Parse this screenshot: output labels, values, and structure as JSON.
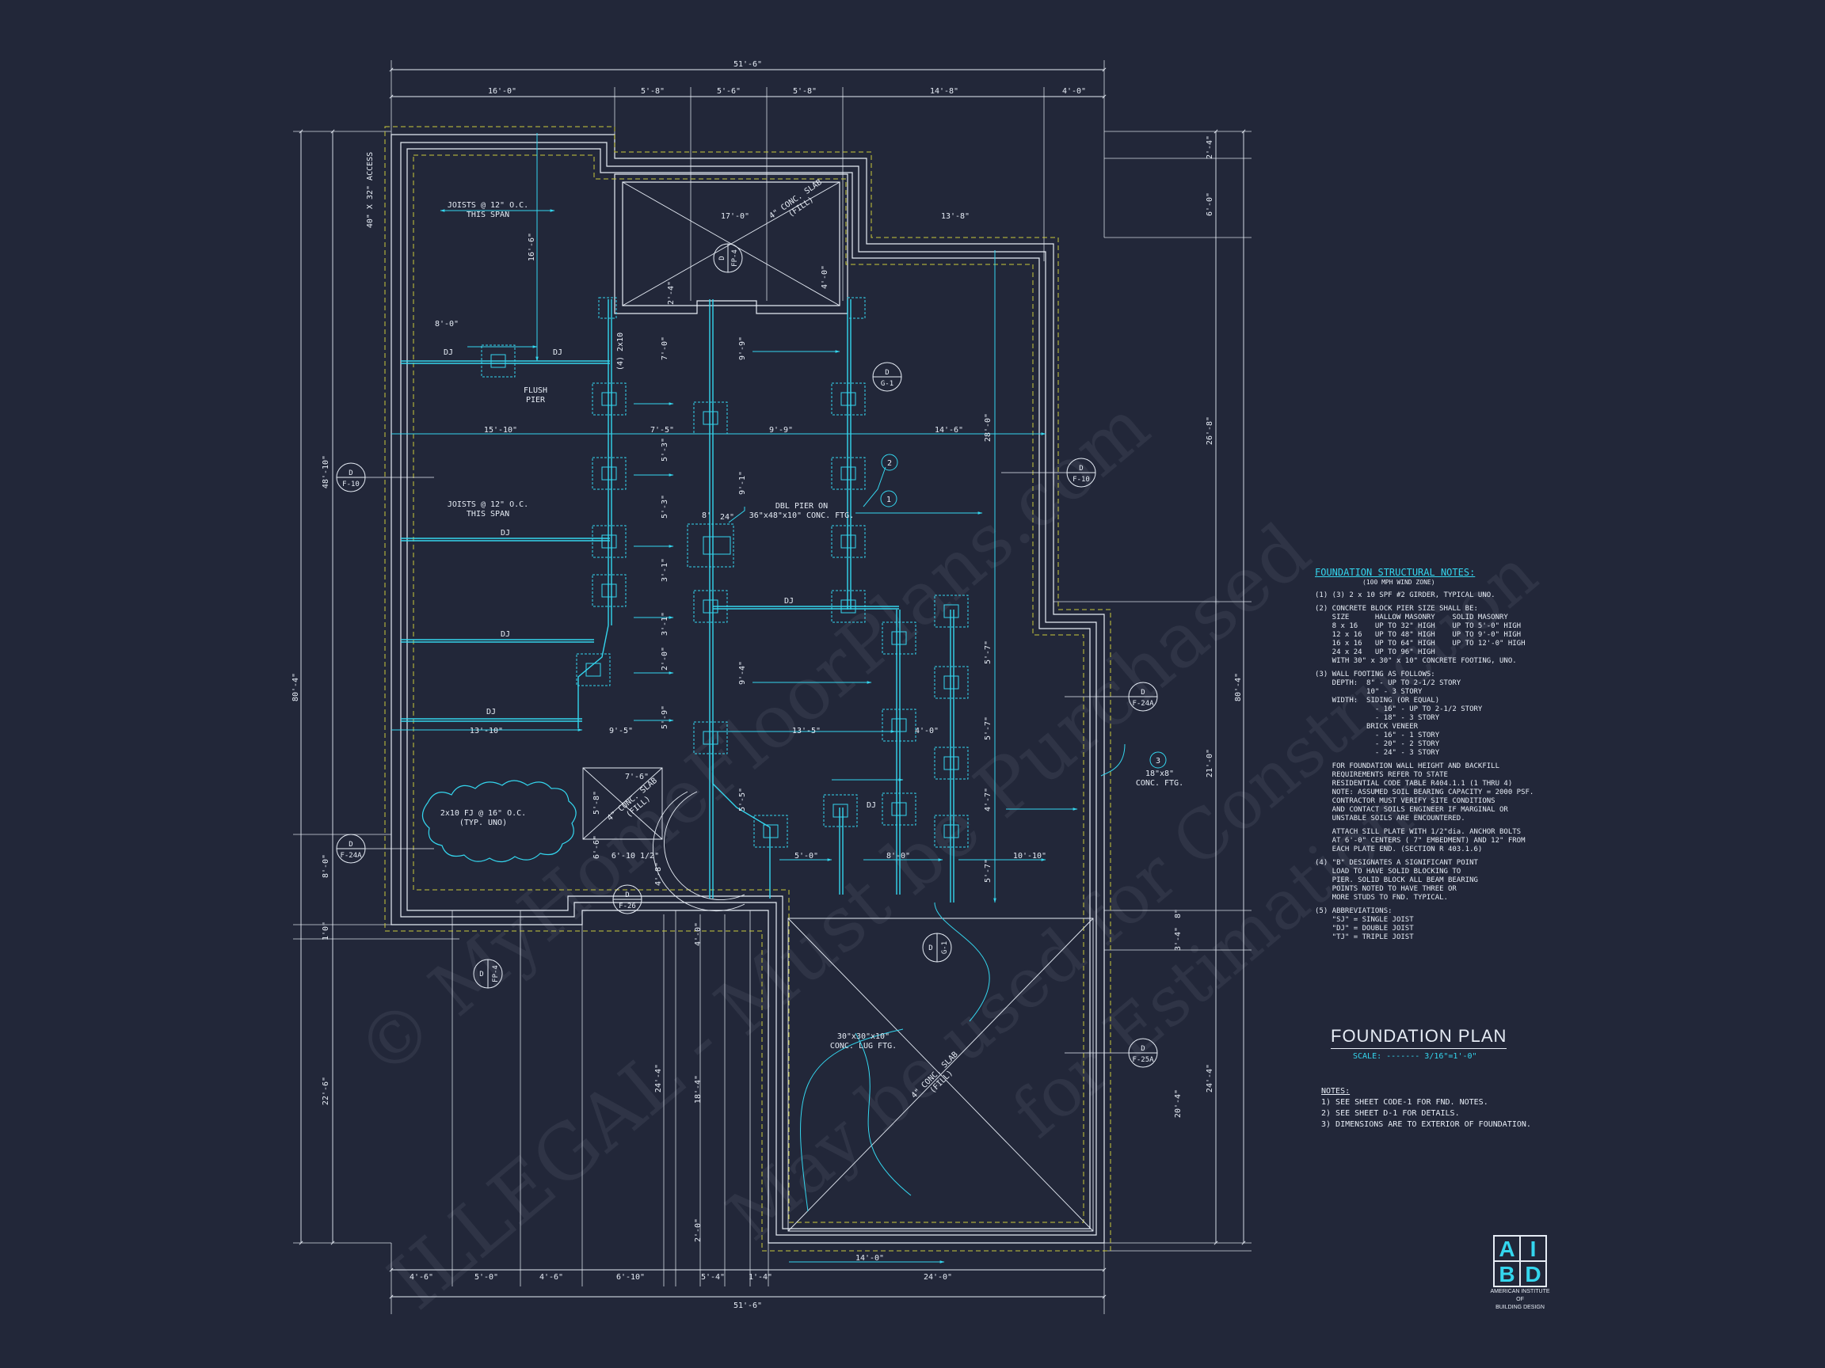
{
  "drawing": {
    "title": "FOUNDATION PLAN",
    "scale": "SCALE: ------- 3/16\"=1'-0\""
  },
  "colors": {
    "background": "#222739",
    "linework": "#e6ecf5",
    "accent": "#34d6ee",
    "footing": "#c9c83a"
  },
  "dimensions": {
    "top_overall": "51'-6\"",
    "bottom_overall": "51'-6\"",
    "top_segments": [
      "16'-0\"",
      "5'-8\"",
      "5'-6\"",
      "5'-8\"",
      "14'-8\"",
      "4'-0\""
    ],
    "bottom_segments": [
      "4'-6\"",
      "5'-0\"",
      "4'-6\"",
      "6'-10\"",
      "5'-4\"",
      "1'-4\"",
      "24'-0\""
    ],
    "left_overall": "80'-4\"",
    "left_segments": [
      "48'-10\"",
      "8'-0\"",
      "1'0\"",
      "22'-6\""
    ],
    "right_overall": "80'-4\"",
    "right_segments": [
      "2'-4\"",
      "6'-0\"",
      "26'-8\"",
      "21'-0\"",
      "3'-4\"",
      "24'-4\"",
      "20'-4\"",
      "8\""
    ],
    "interior": [
      "17'-0\"",
      "13'-8\"",
      "16'-6\"",
      "8'-0\"",
      "15'-10\"",
      "7'-5\"",
      "9'-9\"",
      "14'-6\"",
      "28'-0\"",
      "7'-0\"",
      "9'-9\"",
      "5'-3\"",
      "9'-1\"",
      "5'-3\"",
      "3'-1\"",
      "3'-1\"",
      "2'-0\"",
      "5'-9\"",
      "9'-4\"",
      "9'-5\"",
      "13'-5\"",
      "13'-10\"",
      "4'-0\"",
      "5'-0\"",
      "8'-0\"",
      "10'-10\"",
      "6'-10 1/2\"",
      "4'-8\"",
      "5'-8\"",
      "5'-7\"",
      "5'-7\"",
      "4'-7\"",
      "5'-7\"",
      "24'-4\"",
      "18'-4\"",
      "4'-0\"",
      "2'-0\"",
      "14'-0\"",
      "7'-6\"",
      "6'-6\"",
      "5'-5\"",
      "4'-0\"",
      "2'-4\"",
      "24\"",
      "8'"
    ]
  },
  "labels": {
    "access": "40\" X 32\" ACCESS",
    "joists1": [
      "JOISTS @ 12\" O.C.",
      "THIS SPAN"
    ],
    "joists2": [
      "JOISTS @ 12\" O.C.",
      "THIS SPAN"
    ],
    "flush_pier": [
      "FLUSH",
      "PIER"
    ],
    "dj": "DJ",
    "girder": "(4) 2x10",
    "dbl_pier": [
      "DBL PIER ON",
      "36\"x48\"x10\" CONC. FTG."
    ],
    "slab_fill_top": [
      "4\" CONC. SLAB",
      "(FILL)"
    ],
    "slab_fill_small": [
      "4\" CONC. SLAB",
      "(FILL)"
    ],
    "slab_fill_bottom": [
      "4\" CONC. SLAB",
      "(FILL)"
    ],
    "fj_cloud": [
      "2x10 FJ @ 16\" O.C.",
      "(TYP. UNO)"
    ],
    "lug_ftg": [
      "30\"x30\"x10\"",
      "CONC. LUG FTG."
    ],
    "conc_ftg": [
      "18\"x8\"",
      "CONC. FTG."
    ],
    "tags": [
      "1",
      "2",
      "3"
    ]
  },
  "section_callouts": [
    {
      "top": "D",
      "bottom": "F-10"
    },
    {
      "top": "D",
      "bottom": "F-10"
    },
    {
      "top": "D",
      "bottom": "G-1"
    },
    {
      "top": "D",
      "bottom": "FP-4"
    },
    {
      "top": "D",
      "bottom": "F-24A"
    },
    {
      "top": "D",
      "bottom": "F-24A"
    },
    {
      "top": "D",
      "bottom": "F-26"
    },
    {
      "top": "D",
      "bottom": "FP-4"
    },
    {
      "top": "D",
      "bottom": "G-1"
    },
    {
      "top": "D",
      "bottom": "F-25A"
    }
  ],
  "structural_notes": {
    "title": "FOUNDATION STRUCTURAL NOTES:",
    "subtitle": "(100 MPH WIND ZONE)",
    "items": [
      "(1) (3) 2 x 10 SPF #2 GIRDER, TYPICAL UNO.",
      "(2) CONCRETE BLOCK PIER SIZE SHALL BE:\n    SIZE      HALLOW MASONRY    SOLID MASONRY\n    8 x 16    UP TO 32\" HIGH    UP TO 5'-0\" HIGH\n    12 x 16   UP TO 48\" HIGH    UP TO 9'-0\" HIGH\n    16 x 16   UP TO 64\" HIGH    UP TO 12'-0\" HIGH\n    24 x 24   UP TO 96\" HIGH\n    WITH 30\" x 30\" x 10\" CONCRETE FOOTING, UNO.",
      "(3) WALL FOOTING AS FOLLOWS:\n    DEPTH:  8\" - UP TO 2-1/2 STORY\n            10\" - 3 STORY\n    WIDTH:  SIDING (OR EQUAL)\n              - 16\" - UP TO 2-1/2 STORY\n              - 18\" - 3 STORY\n            BRICK VENEER\n              - 16\" - 1 STORY\n              - 20\" - 2 STORY\n              - 24\" - 3 STORY",
      "    FOR FOUNDATION WALL HEIGHT AND BACKFILL\n    REQUIREMENTS REFER TO STATE\n    RESIDENTIAL CODE TABLE R404.1.1 (1 THRU 4)\n    NOTE: ASSUMED SOIL BEARING CAPACITY = 2000 PSF.\n    CONTRACTOR MUST VERIFY SITE CONDITIONS\n    AND CONTACT SOILS ENGINEER IF MARGINAL OR\n    UNSTABLE SOILS ARE ENCOUNTERED.",
      "    ATTACH SILL PLATE WITH 1/2\"dia. ANCHOR BOLTS\n    AT 6'-0\" CENTERS ( 7\" EMBEDMENT) AND 12\" FROM\n    EACH PLATE END. (SECTION R 403.1.6)",
      "(4) \"B\" DESIGNATES A SIGNIFICANT POINT\n    LOAD TO HAVE SOLID BLOCKING TO\n    PIER. SOLID BLOCK ALL BEAM BEARING\n    POINTS NOTED TO HAVE THREE OR\n    MORE STUDS TO FND. TYPICAL.",
      "(5) ABBREVIATIONS:\n    \"SJ\" = SINGLE JOIST\n    \"DJ\" = DOUBLE JOIST\n    \"TJ\" = TRIPLE JOIST"
    ]
  },
  "general_notes": {
    "title": "NOTES:",
    "items": [
      "1)  SEE SHEET CODE-1 FOR FND. NOTES.",
      "2)  SEE SHEET D-1 FOR DETAILS.",
      "3)  DIMENSIONS ARE TO EXTERIOR OF FOUNDATION."
    ]
  },
  "logo": {
    "letters": [
      "A",
      "I",
      "B",
      "D"
    ],
    "caption": [
      "AMERICAN INSTITUTE",
      "OF",
      "BUILDING DESIGN"
    ]
  },
  "watermarks": [
    "© MyHomeFloorPlans.com",
    "ILLEGAL - Must be Purchased",
    "May be used for Construction",
    "for Estimations"
  ]
}
